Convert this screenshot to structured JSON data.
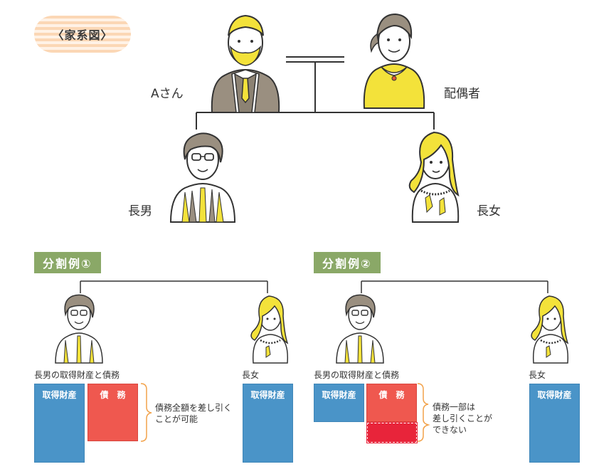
{
  "family_tree": {
    "title": "〈家系図〉",
    "a_san": "Aさん",
    "spouse": "配偶者",
    "eldest_son": "長男",
    "eldest_daughter": "長女"
  },
  "example1": {
    "heading": "分割例①",
    "son_label": "長男の取得財産と債務",
    "daughter_label": "長女",
    "son_assets": "取得財産",
    "son_debt": "債　務",
    "daughter_assets": "取得財産",
    "note_line1": "債務全額を差し引く",
    "note_line2": "ことが可能"
  },
  "example2": {
    "heading": "分割例②",
    "son_label": "長男の取得財産と債務",
    "daughter_label": "長女",
    "son_assets": "取得財産",
    "son_debt": "債　務",
    "daughter_assets": "取得財産",
    "note_line1": "債務一部は",
    "note_line2": "差し引くことが",
    "note_line3": "できない"
  },
  "colors": {
    "assets_blue": "#4a94c8",
    "debt_red": "#ef584f",
    "undeductible_red": "#e8243a",
    "badge_green": "#8aa867",
    "yellow": "#f3e23a"
  }
}
